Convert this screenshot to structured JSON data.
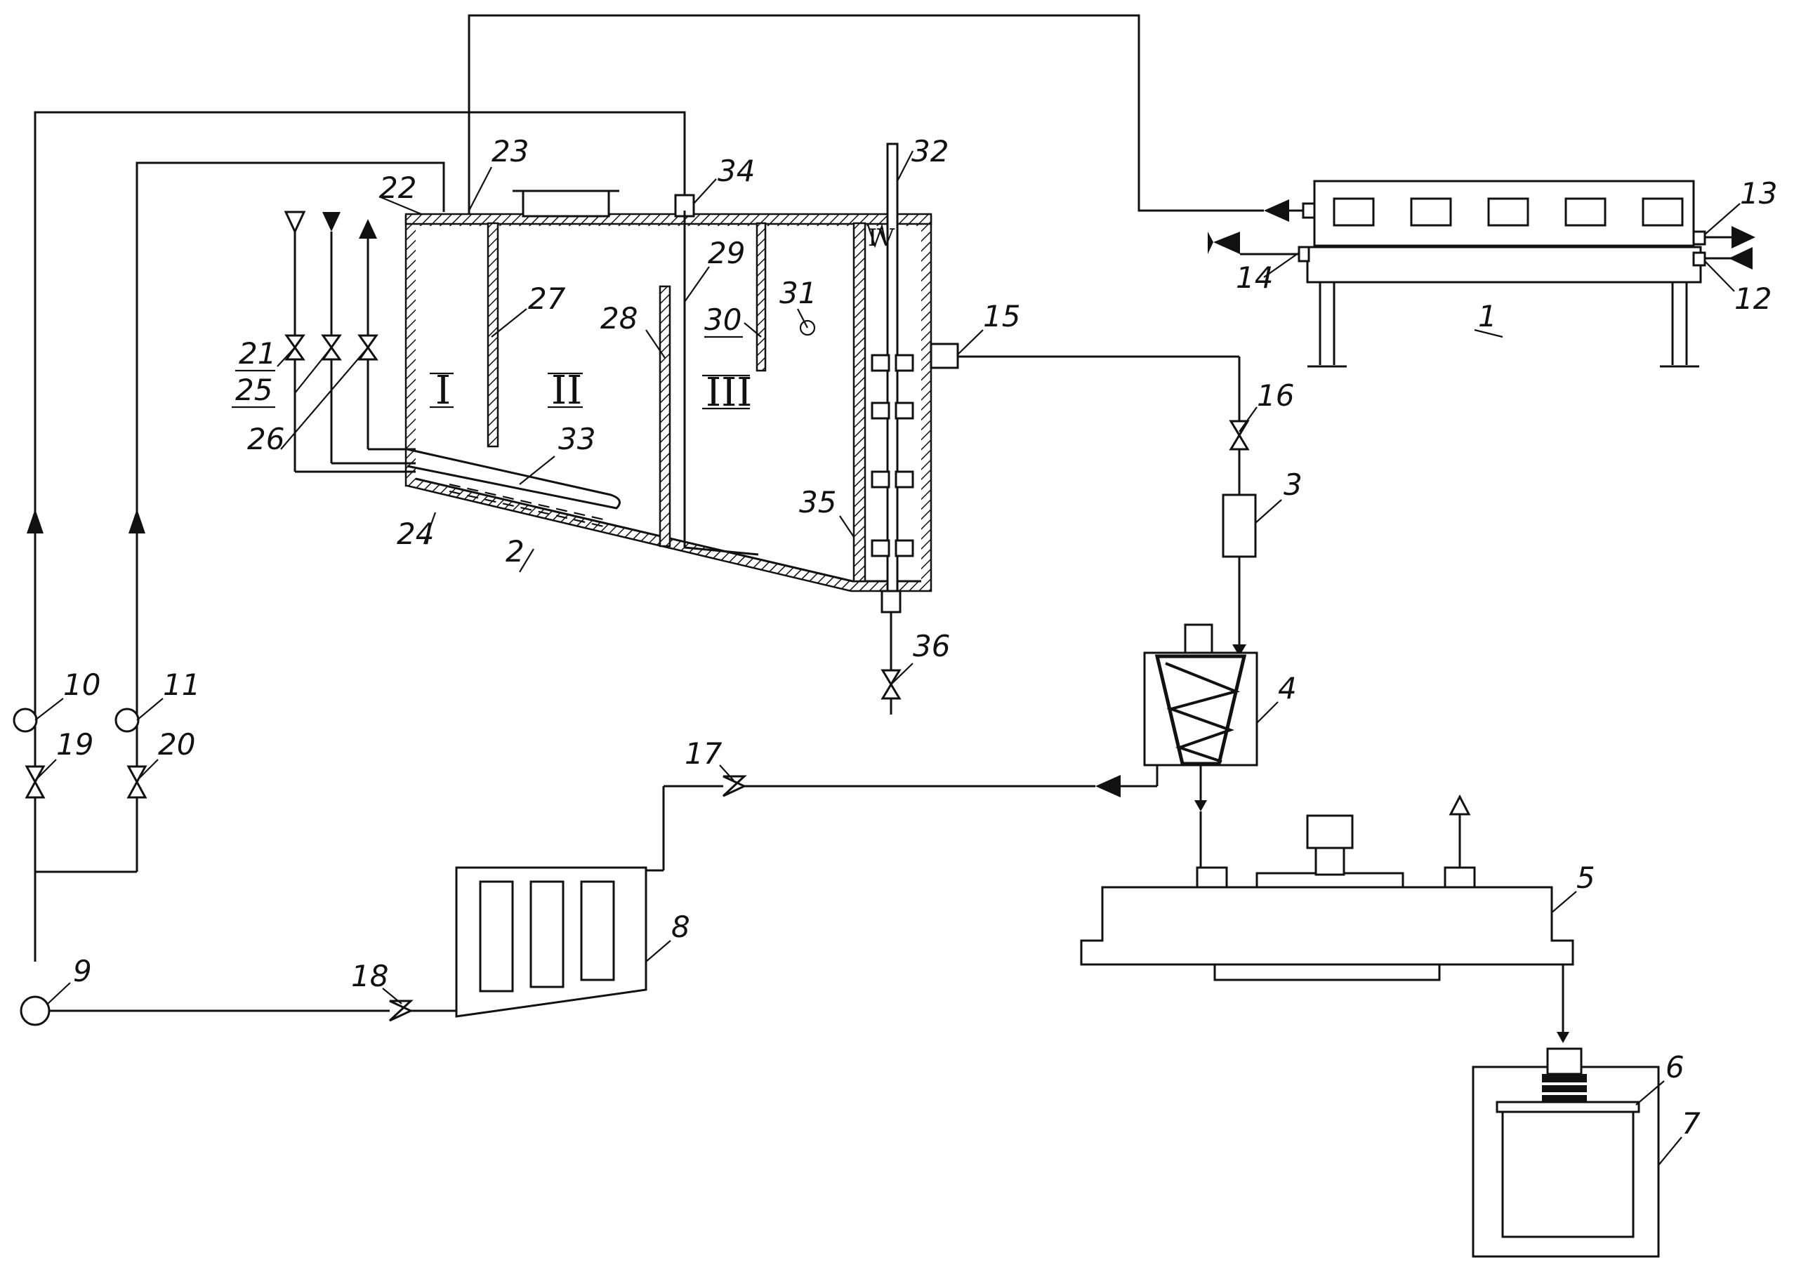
{
  "labels": {
    "n1": "1",
    "n2": "2",
    "n3": "3",
    "n4": "4",
    "n5": "5",
    "n6": "6",
    "n7": "7",
    "n8": "8",
    "n9": "9",
    "n10": "10",
    "n11": "11",
    "n12": "12",
    "n13": "13",
    "n14": "14",
    "n15": "15",
    "n16": "16",
    "n17": "17",
    "n18": "18",
    "n19": "19",
    "n20": "20",
    "n21": "21",
    "n22": "22",
    "n23": "23",
    "n24": "24",
    "n25": "25",
    "n26": "26",
    "n27": "27",
    "n28": "28",
    "n29": "29",
    "n30": "30",
    "n31": "31",
    "n32": "32",
    "n33": "33",
    "n34": "34",
    "n35": "35",
    "n36": "36"
  },
  "zones": {
    "z1": "I",
    "z2": "II",
    "z3": "III",
    "z4": "IV"
  }
}
